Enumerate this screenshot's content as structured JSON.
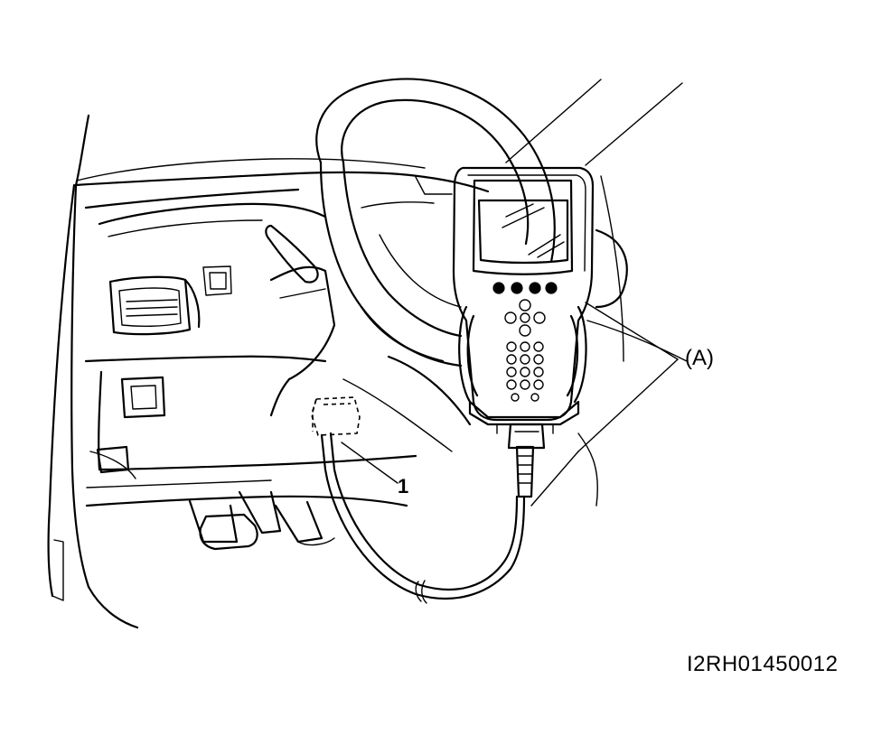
{
  "labels": {
    "tool": "(A)",
    "connector": "1",
    "figure_code": "I2RH01450012"
  },
  "colors": {
    "ink": "#000000",
    "background": "#ffffff"
  }
}
